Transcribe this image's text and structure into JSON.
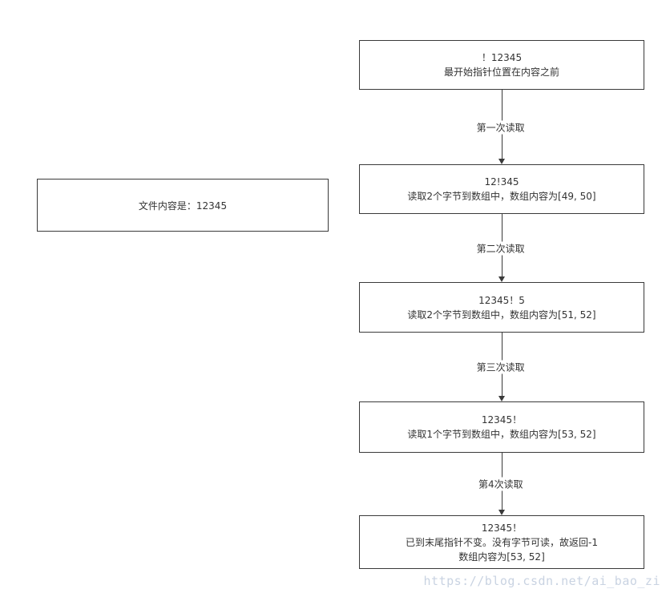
{
  "page": {
    "background": "#ffffff",
    "line_color": "#3a3a3a"
  },
  "left_panel": {
    "text": "文件内容是：12345"
  },
  "flow": {
    "boxes": [
      {
        "lines": [
          "！12345",
          "最开始指针位置在内容之前"
        ]
      },
      {
        "lines": [
          "12!345",
          "读取2个字节到数组中，数组内容为[49, 50]"
        ]
      },
      {
        "lines": [
          "12345！5",
          "读取2个字节到数组中，数组内容为[51, 52]"
        ]
      },
      {
        "lines": [
          "12345！",
          "读取1个字节到数组中，数组内容为[53, 52]"
        ]
      },
      {
        "lines": [
          "12345！",
          "已到末尾指针不变。没有字节可读，故返回-1",
          "数组内容为[53, 52]"
        ]
      }
    ],
    "arrows": [
      {
        "label": "第一次读取"
      },
      {
        "label": "第二次读取"
      },
      {
        "label": "第三次读取"
      },
      {
        "label": "第4次读取"
      }
    ]
  },
  "watermark": {
    "text": "https://blog.csdn.net/ai_bao_zi"
  }
}
